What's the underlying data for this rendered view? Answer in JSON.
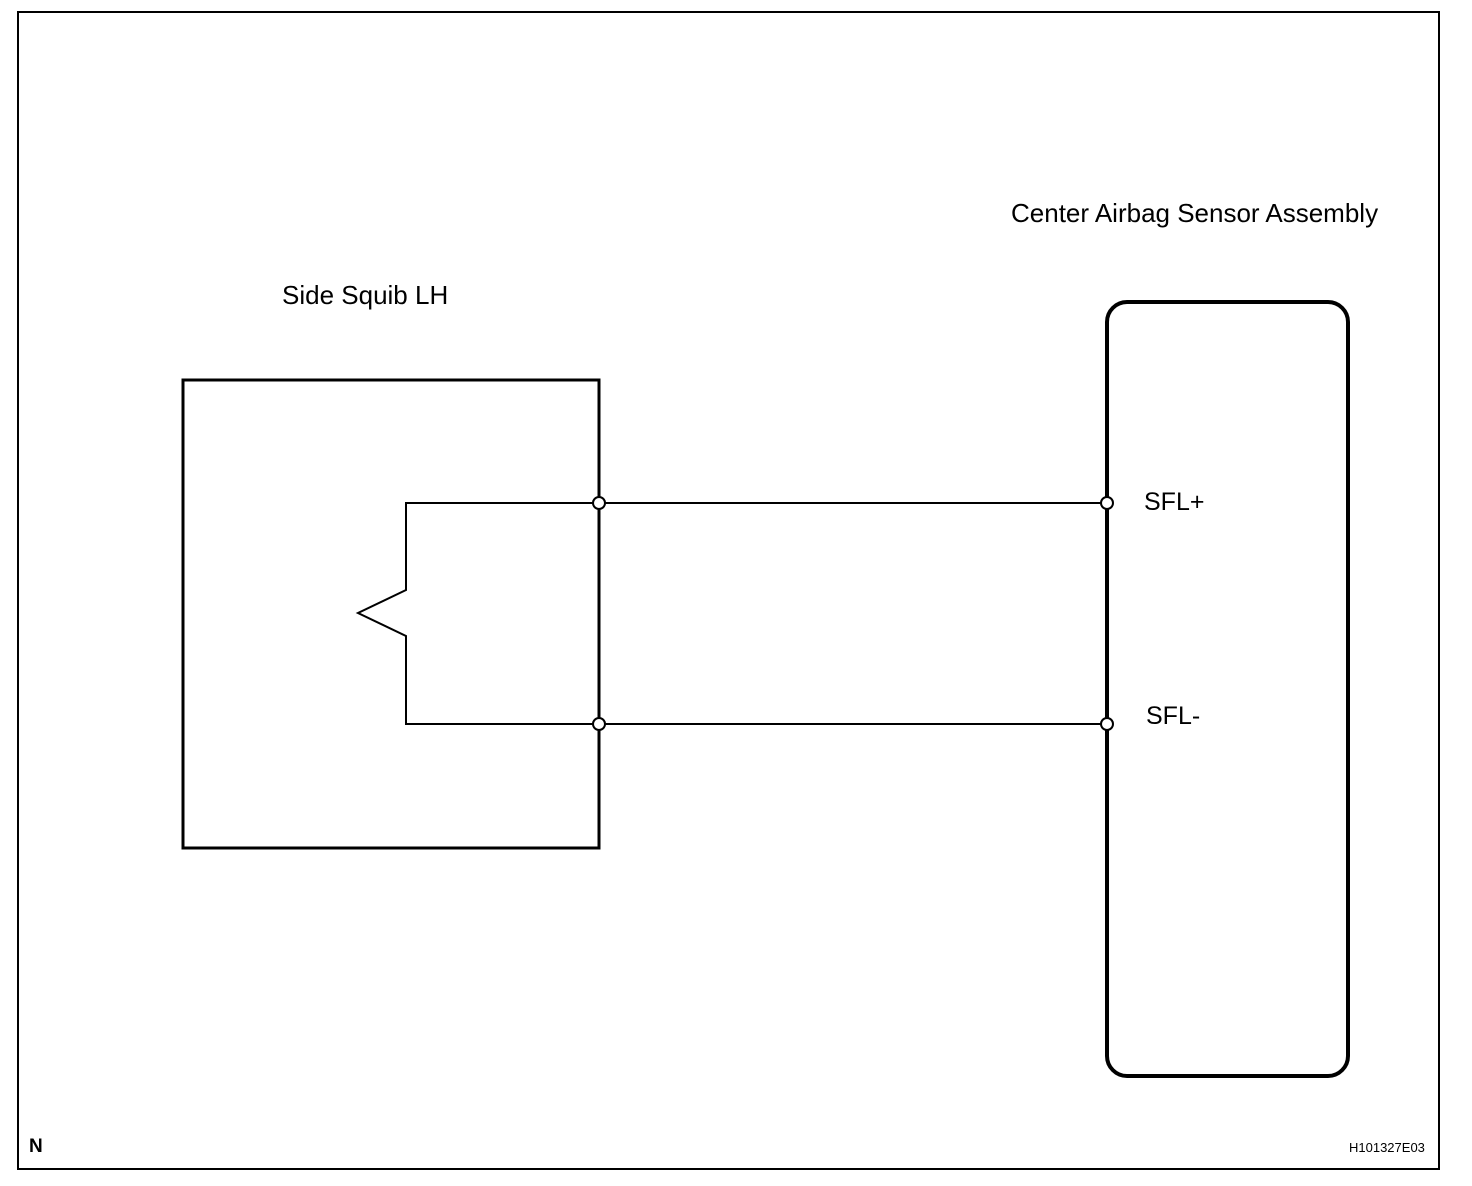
{
  "diagram": {
    "components": {
      "side_squib": {
        "label": "Side Squib LH"
      },
      "center_sensor": {
        "label": "Center Airbag Sensor Assembly"
      }
    },
    "pins": {
      "positive": "SFL+",
      "negative": "SFL-"
    },
    "corner_mark": "N",
    "reference_code": "H101327E03"
  }
}
